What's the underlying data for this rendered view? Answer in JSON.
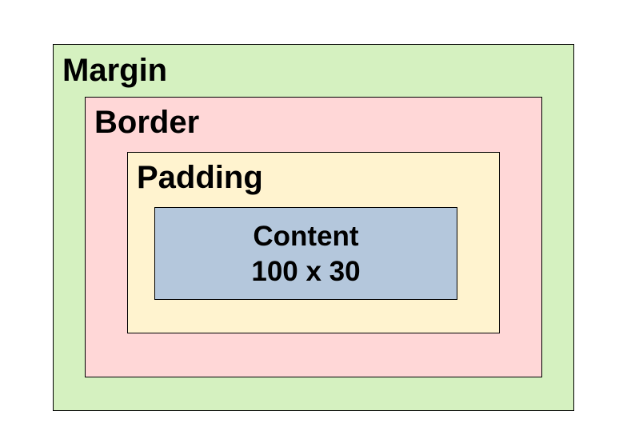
{
  "diagram": {
    "margin": {
      "label": "Margin",
      "fill": "#d5f1c0"
    },
    "border": {
      "label": "Border",
      "fill": "#ffd7d7"
    },
    "padding": {
      "label": "Padding",
      "fill": "#fff3cf"
    },
    "content": {
      "label": "Content",
      "size": "100 x 30",
      "fill": "#b4c7dc"
    }
  }
}
